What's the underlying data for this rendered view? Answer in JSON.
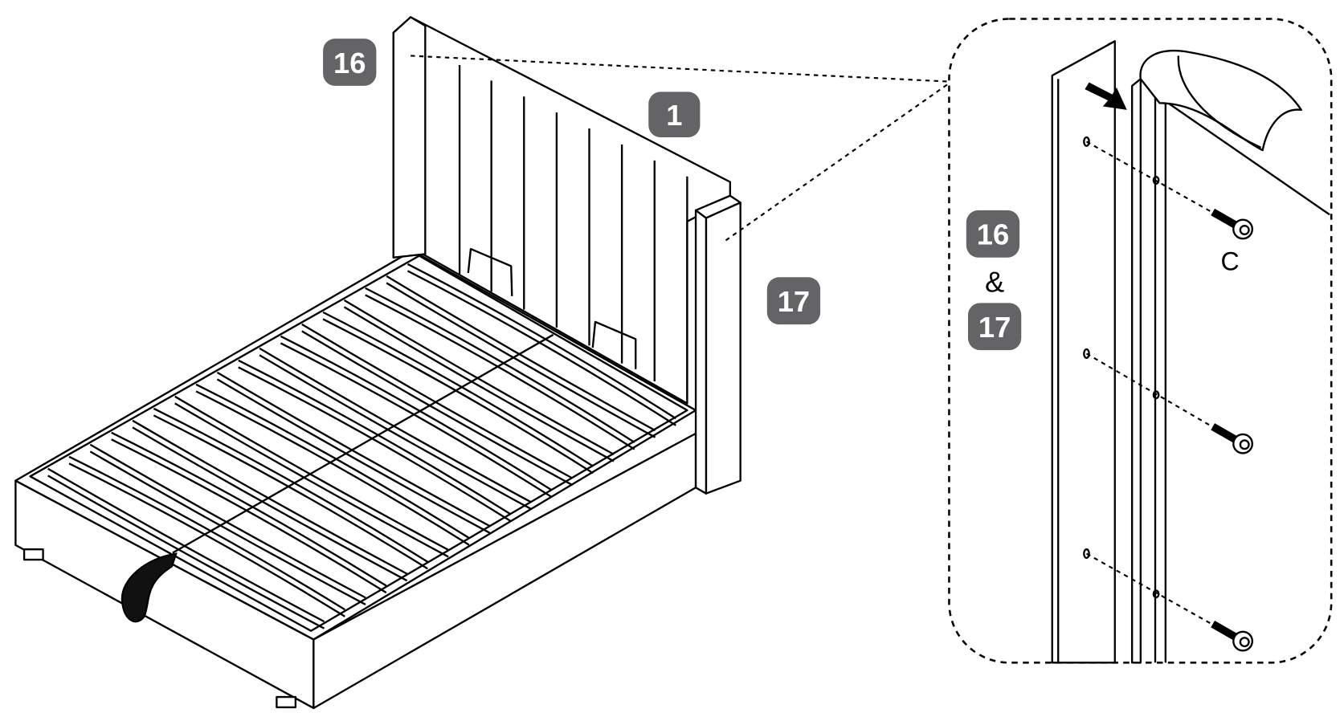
{
  "badges": {
    "headboard_post": "16",
    "headboard": "1",
    "side_wing": "17",
    "detail_part_a": "16",
    "detail_joiner": "&",
    "detail_part_b": "17"
  },
  "hardware_label": "C",
  "colors": {
    "badge": "#646466",
    "line": "#000000"
  }
}
